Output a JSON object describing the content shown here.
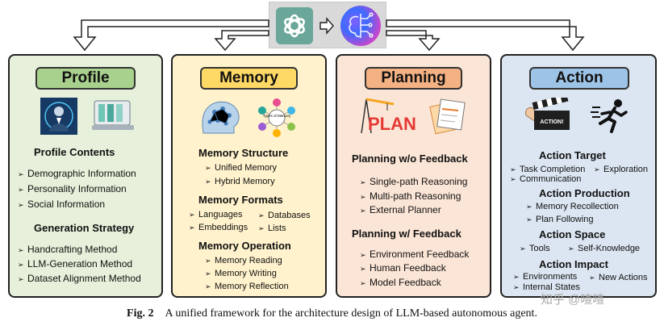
{
  "icons": [
    "chatgpt-logo-icon",
    "arrow-right-icon",
    "ai-brain-icon"
  ],
  "panels": {
    "profile": {
      "title": "Profile",
      "heading1": "Profile Contents",
      "items1": [
        "Demographic Information",
        "Personality Information",
        "Social Information"
      ],
      "heading2": "Generation Strategy",
      "items2": [
        "Handcrafting Method",
        "LLM-Generation Method",
        "Dataset  Alignment Method"
      ]
    },
    "memory": {
      "title": "Memory",
      "heading1": "Memory Structure",
      "items1": [
        "Unified Memory",
        "Hybrid Memory"
      ],
      "heading2": "Memory Formats",
      "items2": [
        "Languages",
        "Databases",
        "Embeddings",
        "Lists"
      ],
      "heading3": "Memory Operation",
      "items3": [
        "Memory Reading",
        "Memory Writing",
        "Memory Reflection"
      ],
      "image_text": "Types of Memory"
    },
    "planning": {
      "title": "Planning",
      "heading1": "Planning w/o Feedback",
      "items1": [
        "Single-path Reasoning",
        "Multi-path Reasoning",
        "External Planner"
      ],
      "heading2": "Planning w/ Feedback",
      "items2": [
        "Environment Feedback",
        "Human Feedback",
        "Model Feedback"
      ],
      "image_text": "PLAN"
    },
    "action": {
      "title": "Action",
      "heading1": "Action Target",
      "items1": [
        "Task Completion",
        "Exploration",
        "Communication"
      ],
      "heading2": "Action Production",
      "items2": [
        "Memory Recollection",
        "Plan Following"
      ],
      "heading3": "Action Space",
      "items3": [
        "Tools",
        "Self-Knowledge"
      ],
      "heading4": "Action Impact",
      "items4": [
        "Environments",
        "New Actions",
        "Internal States"
      ],
      "image_text": "ACTION!"
    }
  },
  "caption": {
    "label": "Fig. 2",
    "text": "A unified framework for the architecture design of LLM-based autonomous agent."
  },
  "watermark": "知乎 @喳喳",
  "colors": {
    "profile_bg": "#e6f0da",
    "profile_title": "#a9d18e",
    "memory_bg": "#fff2cc",
    "memory_title": "#ffd966",
    "planning_bg": "#fbe5d6",
    "planning_title": "#f4b183",
    "action_bg": "#dce6f2",
    "action_title": "#9dc3e6"
  }
}
